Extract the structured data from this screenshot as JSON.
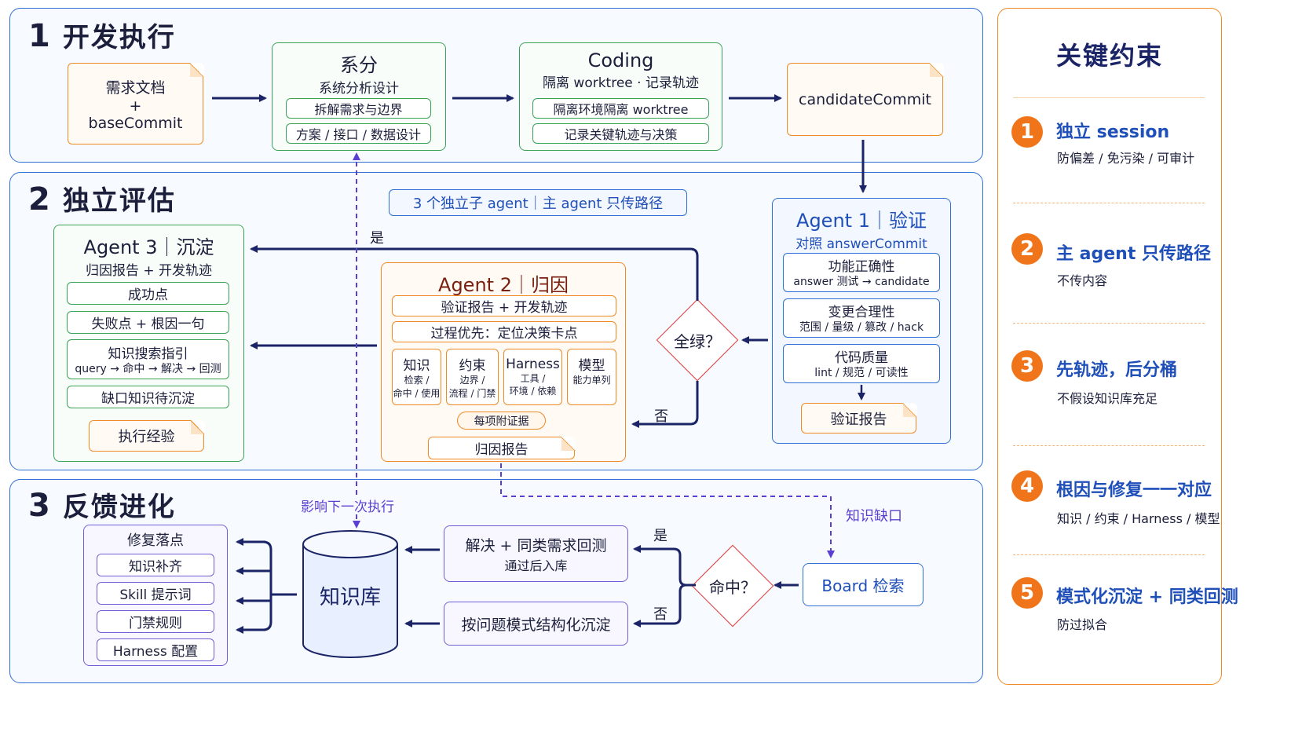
{
  "sections": {
    "s1": {
      "num": "1",
      "title": "开发执行"
    },
    "s2": {
      "num": "2",
      "title": "独立评估"
    },
    "s3": {
      "num": "3",
      "title": "反馈进化"
    }
  },
  "dev": {
    "req": {
      "line1": "需求文档",
      "line2": "+",
      "line3": "baseCommit"
    },
    "analysis": {
      "title": "系分",
      "subtitle": "系统分析设计",
      "items": [
        "拆解需求与边界",
        "方案 / 接口 / 数据设计"
      ]
    },
    "coding": {
      "title": "Coding",
      "subtitle": "隔离 worktree · 记录轨迹",
      "items": [
        "隔离环境隔离 worktree",
        "记录关键轨迹与决策"
      ]
    },
    "candidate": "candidateCommit"
  },
  "eval": {
    "banner": "3 个独立子 agent｜主 agent 只传路径",
    "agent1": {
      "title": "Agent 1｜验证",
      "subtitle": "对照 answerCommit",
      "items": [
        {
          "title": "功能正确性",
          "sub": "answer 测试 → candidate"
        },
        {
          "title": "变更合理性",
          "sub": "范围 / 量级 / 篡改 / hack"
        },
        {
          "title": "代码质量",
          "sub": "lint / 规范 / 可读性"
        }
      ],
      "report": "验证报告"
    },
    "decision": "全绿？",
    "yes": "是",
    "no": "否",
    "agent2": {
      "title": "Agent 2｜归因",
      "items": [
        "验证报告 + 开发轨迹",
        "过程优先：定位决策卡点"
      ],
      "categories": [
        {
          "title": "知识",
          "lines": [
            "检索 /",
            "命中 / 使用"
          ]
        },
        {
          "title": "约束",
          "lines": [
            "边界 /",
            "流程 / 门禁"
          ]
        },
        {
          "title": "Harness",
          "lines": [
            "工具 /",
            "环境 / 依赖"
          ]
        },
        {
          "title": "模型",
          "lines": [
            "能力单列"
          ]
        }
      ],
      "evidence": "每项附证据",
      "report": "归因报告"
    },
    "agent3": {
      "title": "Agent 3｜沉淀",
      "subtitle": "归因报告 + 开发轨迹",
      "items": [
        {
          "line1": "成功点"
        },
        {
          "line1": "失败点 + 根因一句"
        },
        {
          "line1": "知识搜索指引",
          "line2": "query → 命中 → 解决 → 回测"
        },
        {
          "line1": "缺口知识待沉淀"
        }
      ],
      "experience": "执行经验"
    }
  },
  "feedback": {
    "fix_title": "修复落点",
    "fix_items": [
      "知识补齐",
      "Skill 提示词",
      "门禁规则",
      "Harness 配置"
    ],
    "kb": "知识库",
    "influence": "影响下一次执行",
    "gap": "知识缺口",
    "resolve": {
      "line1": "解决 + 同类需求回测",
      "line2": "通过后入库"
    },
    "structure": "按问题模式结构化沉淀",
    "hit": "命中？",
    "yes": "是",
    "no": "否",
    "board": "Board 检索"
  },
  "constraints": {
    "title": "关键约束",
    "items": [
      {
        "num": "1",
        "title": "独立 session",
        "sub": "防偏差 / 免污染 / 可审计"
      },
      {
        "num": "2",
        "title": "主 agent 只传路径",
        "sub": "不传内容"
      },
      {
        "num": "3",
        "title": "先轨迹，后分桶",
        "sub": "不假设知识库充足"
      },
      {
        "num": "4",
        "title": "根因与修复一一对应",
        "sub": "知识 / 约束 / Harness / 模型"
      },
      {
        "num": "5",
        "title": "模式化沉淀 + 同类回测",
        "sub": "防过拟合"
      }
    ]
  },
  "colors": {
    "navy": "#1a2466",
    "purple": "#5b3fd3",
    "orange": "#f0741a",
    "blue": "#2f6fd6",
    "green": "#3aa257",
    "red": "#e23b3b"
  }
}
